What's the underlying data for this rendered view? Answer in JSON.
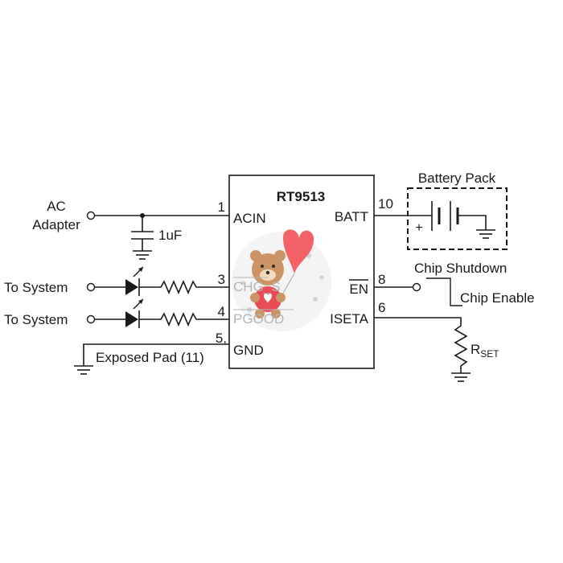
{
  "chip": {
    "name": "RT9513",
    "pins": {
      "acin": {
        "num": "1",
        "name": "ACIN"
      },
      "chg": {
        "num": "3",
        "name": "CHG_S"
      },
      "pgood": {
        "num": "4",
        "name": "PGOOD"
      },
      "gnd": {
        "num": "5,",
        "name": "GND"
      },
      "batt": {
        "num": "10",
        "name": "BATT"
      },
      "en": {
        "num": "8",
        "name": "EN"
      },
      "iseta": {
        "num": "6",
        "name": "ISETA"
      }
    }
  },
  "labels": {
    "ac_line1": "AC",
    "ac_line2": "Adapter",
    "capacitor": "1uF",
    "to_system_1": "To System",
    "to_system_2": "To System",
    "exposed_pad": "Exposed Pad (11)",
    "battery_pack": "Battery Pack",
    "battery_plus": "+",
    "chip_shutdown": "Chip Shutdown",
    "chip_enable": "Chip Enable",
    "rset_main": "R",
    "rset_sub": "SET"
  },
  "colors": {
    "line": "#1a1a1a",
    "faded_text": "#b5b5b5",
    "bear_body": "#c98f5e",
    "bear_face": "#f3d9b9",
    "heart": "#e8434f",
    "heart_balloon": "#f25a5f"
  }
}
